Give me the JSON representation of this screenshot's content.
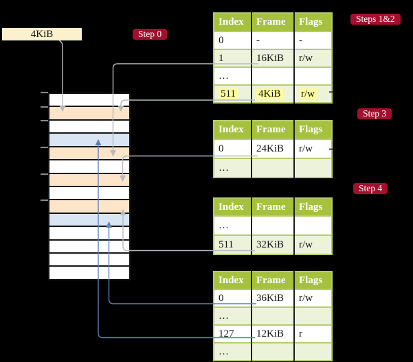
{
  "colors": {
    "background": "#000000",
    "table_header": "#a5c13e",
    "table_border": "#b7cb6e",
    "row_shaded": "#edf2db",
    "row_white": "#ffffff",
    "highlight_yellow": "#fdfc9c",
    "step_label_bg": "#a50f2e",
    "step_label_text": "#ffffff",
    "frame_box_bg": "#fbf1cd",
    "mem_peach": "#fce5c8",
    "mem_blue": "#d9e5f3",
    "arrow_gray": "#b6babe",
    "arrow_blue": "#5f81b5",
    "tick_gray": "#8a8a8a"
  },
  "frame_box": {
    "label": "4KiB"
  },
  "step_labels": {
    "step0": "Step 0",
    "steps12": "Steps 1&2",
    "step3": "Step 3",
    "step4": "Step 4"
  },
  "memory": {
    "rows": [
      {
        "fill": "white"
      },
      {
        "fill": "peach"
      },
      {
        "fill": "white"
      },
      {
        "fill": "blue"
      },
      {
        "fill": "peach"
      },
      {
        "fill": "white"
      },
      {
        "fill": "peach"
      },
      {
        "fill": "white"
      },
      {
        "fill": "peach"
      },
      {
        "fill": "blue"
      },
      {
        "fill": "white"
      },
      {
        "fill": "white"
      },
      {
        "fill": "white"
      },
      {
        "fill": "white"
      }
    ]
  },
  "tables": [
    {
      "headers": [
        "Index",
        "Frame",
        "Flags"
      ],
      "rows": [
        {
          "cells": [
            "0",
            "-",
            "-"
          ],
          "shaded": false,
          "highlight": false
        },
        {
          "cells": [
            "1",
            "16KiB",
            "r/w"
          ],
          "shaded": true,
          "highlight": false
        },
        {
          "cells": [
            "…",
            "",
            ""
          ],
          "shaded": false,
          "highlight": false
        },
        {
          "cells": [
            "511",
            "4KiB",
            "r/w"
          ],
          "shaded": true,
          "highlight": true
        }
      ]
    },
    {
      "headers": [
        "Index",
        "Frame",
        "Flags"
      ],
      "rows": [
        {
          "cells": [
            "0",
            "24KiB",
            "r/w"
          ],
          "shaded": false,
          "highlight": false
        },
        {
          "cells": [
            "…",
            "",
            ""
          ],
          "shaded": true,
          "highlight": false
        }
      ]
    },
    {
      "headers": [
        "Index",
        "Frame",
        "Flags"
      ],
      "rows": [
        {
          "cells": [
            "…",
            "",
            ""
          ],
          "shaded": false,
          "highlight": false
        },
        {
          "cells": [
            "511",
            "32KiB",
            "r/w"
          ],
          "shaded": true,
          "highlight": false
        }
      ]
    },
    {
      "headers": [
        "Index",
        "Frame",
        "Flags"
      ],
      "rows": [
        {
          "cells": [
            "0",
            "36KiB",
            "r/w"
          ],
          "shaded": false,
          "highlight": false
        },
        {
          "cells": [
            "…",
            "",
            ""
          ],
          "shaded": true,
          "highlight": false
        },
        {
          "cells": [
            "127",
            "12KiB",
            "r"
          ],
          "shaded": false,
          "highlight": false
        },
        {
          "cells": [
            "…",
            "",
            ""
          ],
          "shaded": true,
          "highlight": false
        }
      ]
    }
  ]
}
